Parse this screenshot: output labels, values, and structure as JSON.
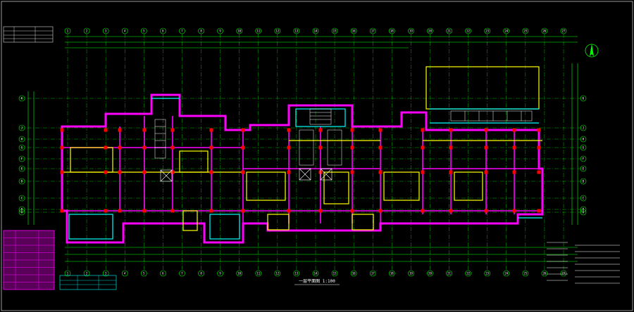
{
  "drawing": {
    "title": "一层平面图 1:100",
    "colors": {
      "background": "#000000",
      "grid": "#00ff00",
      "wall": "#ff00ff",
      "column": "#ff0000",
      "window": "#ffff00",
      "glass": "#00ffff",
      "text": "#ffffff",
      "outline": "#ffffff"
    },
    "north_arrow_icon": "north-arrow-icon",
    "top_axis_labels": [
      "1",
      "2",
      "3",
      "4",
      "5",
      "6",
      "7",
      "8",
      "9",
      "10",
      "11",
      "12",
      "13",
      "14",
      "15",
      "16",
      "17",
      "18",
      "19",
      "20",
      "21",
      "22",
      "23",
      "24",
      "25",
      "26",
      "27"
    ],
    "left_axis_labels": [
      "K",
      "J",
      "H",
      "G",
      "F",
      "E",
      "D",
      "C",
      "B",
      "A"
    ],
    "right_axis_labels": [
      "K",
      "J",
      "H",
      "G",
      "F",
      "E",
      "D",
      "C",
      "B",
      "A"
    ]
  },
  "legend_table": {
    "header": "",
    "rows": [
      "",
      "",
      "",
      "",
      "",
      "",
      ""
    ]
  },
  "notes": {
    "heading": "",
    "lines": [
      "",
      "",
      "",
      "",
      "",
      "",
      ""
    ]
  }
}
